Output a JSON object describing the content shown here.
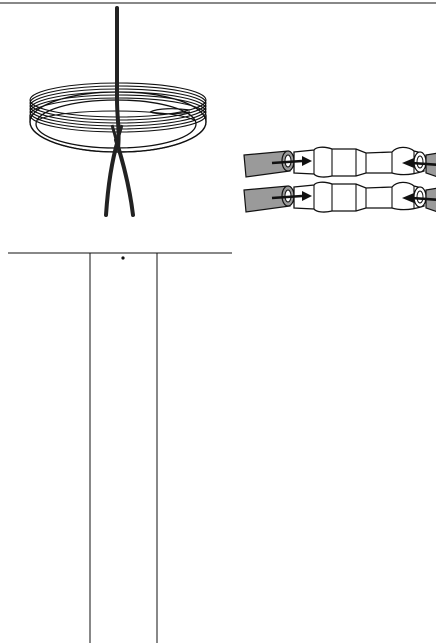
{
  "colors": {
    "line": "#111111",
    "cable_sheath": "#9a9a9a",
    "sleeve_fill": "#ffffff",
    "background": "#ffffff"
  },
  "figures": [
    {
      "id": "coiled-cable",
      "icon": "cable-coil-with-leads"
    },
    {
      "id": "splice-connectors",
      "icon": "butt-connector-crimp-sleeves",
      "count": 2
    },
    {
      "id": "cable-channel",
      "icon": "vertical-recess-in-surface"
    }
  ]
}
